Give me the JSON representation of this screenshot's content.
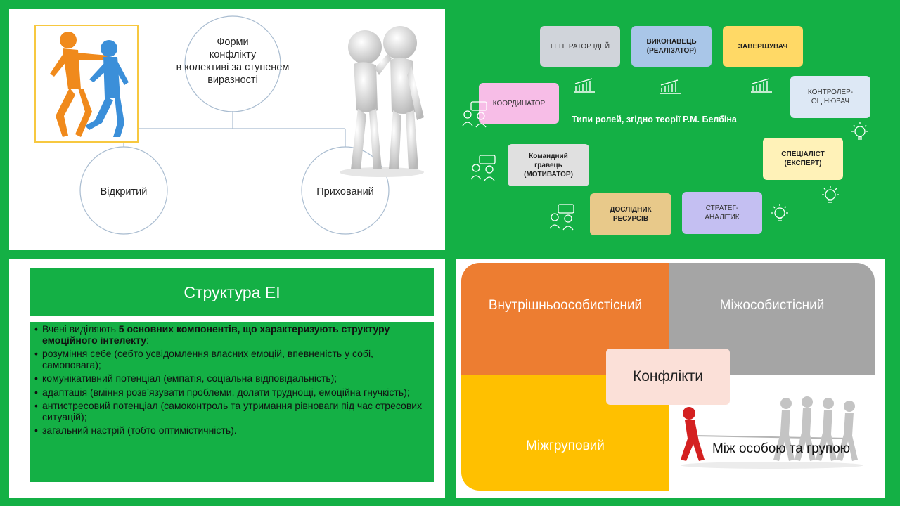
{
  "panel1": {
    "title_lines": [
      "Форми",
      "конфлікту",
      "в колективі за ступенем",
      "виразності"
    ],
    "left_label": "Відкритий",
    "right_label": "Прихований"
  },
  "panel2": {
    "title": "Типи ролей, згідно теорії Р.М. Белбіна",
    "roles": {
      "generator": "ГЕНЕРАТОР ІДЕЙ",
      "executor_1": "ВИКОНАВЕЦЬ",
      "executor_2": "(РЕАЛІЗАТОР)",
      "finisher": "ЗАВЕРШУВАЧ",
      "coordinator": "КООРДИНАТОР",
      "controller_1": "КОНТРОЛЕР-",
      "controller_2": "ОЦІНЮВАЧ",
      "team_1": "Командний",
      "team_2": "гравець",
      "team_3": "(МОТИВАТОР)",
      "specialist_1": "СПЕЦІАЛІСТ",
      "specialist_2": "(ЕКСПЕРТ)",
      "resource_1": "ДОСЛІДНИК",
      "resource_2": "РЕСУРСІВ",
      "strategist_1": "СТРАТЕГ-",
      "strategist_2": "АНАЛІТИК"
    },
    "colors": {
      "generator": "#d0d4da",
      "executor": "#a9c6e8",
      "finisher": "#ffd966",
      "coordinator": "#f7bde7",
      "controller": "#dde8f5",
      "team": "#e0e0e0",
      "specialist": "#fff2b8",
      "resource": "#e8c98a",
      "strategist": "#c4bff2"
    }
  },
  "panel3": {
    "title": "Структура ЕІ",
    "intro_normal": "Вчені виділяють ",
    "intro_bold": "5 основних компонентів, що характеризують структуру емоційного інтелекту",
    "intro_end": ":",
    "items": [
      "розуміння себе (себто усвідомлення власних емоцій, впевненість у собі, самоповага);",
      "комунікативний потенціал (емпатія, соціальна відповідальність);",
      "адаптація (вміння розв’язувати проблеми, долати труднощі, емоційна гнучкість);",
      "антистресовий потенціал (самоконтроль та утримання рівноваги під час стресових ситуацій);",
      "загальний настрій (тобто оптимістичність)."
    ]
  },
  "panel4": {
    "top_left": "Внутрішньоособистісний",
    "top_right": "Міжособистісний",
    "bottom_left": "Міжгруповий",
    "bottom_right": "Між особою та групою",
    "center": "Конфлікти",
    "colors": {
      "top_left": "#ed7d31",
      "top_right": "#a5a5a5",
      "bottom_left": "#ffc000",
      "center": "#fbe0d8"
    }
  }
}
